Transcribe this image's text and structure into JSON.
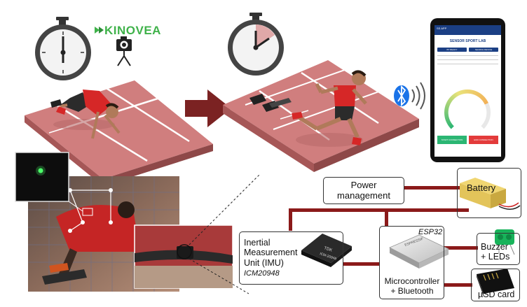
{
  "brand": {
    "name": "KINOVEA"
  },
  "phone": {
    "app_bar": "SS APP",
    "logo_text": "SENSOR SPORT LAB",
    "buttons": [
      "BT READY",
      "SEARCH DEVICE"
    ],
    "start_label": "START CONNECTION",
    "stop_label": "END CONNECTION"
  },
  "blocks": {
    "power": "Power management",
    "battery": "Battery",
    "imu": [
      "Inertial",
      "Measurement",
      "Unit (IMU)"
    ],
    "imu_model": "ICM20948",
    "esp": "ESP32",
    "mcu": [
      "Microcontroller",
      "+ Bluetooth"
    ],
    "buzzer": [
      "Buzzer",
      "+ LEDs"
    ],
    "sd": "µSD card"
  },
  "chip_text": "TDK ICM-20948",
  "colors": {
    "track": "#d07e7e",
    "track_side": "#a65757",
    "wire": "#8b1a1a",
    "arrow": "#7b2222",
    "shirt": "#d62727",
    "phone_blue": "#1b3f84",
    "bt_blue": "#1a73e8"
  },
  "icons": [
    "stopwatch-icon",
    "camera-tripod-icon",
    "bluetooth-icon",
    "smartphone-icon"
  ]
}
